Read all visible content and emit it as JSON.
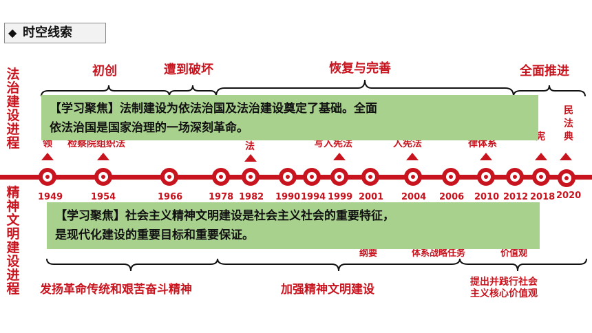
{
  "header": {
    "title": "时空线索"
  },
  "side_titles": {
    "top": [
      "法",
      "治",
      "建",
      "设",
      "进",
      "程"
    ],
    "bottom": [
      "精",
      "神",
      "文",
      "明",
      "建",
      "设",
      "进",
      "程"
    ]
  },
  "top_phases": [
    "初创",
    "遭到破坏",
    "恢复与完善",
    "全面推进"
  ],
  "bottom_phases": [
    "发扬革命传统和艰苦奋斗精神",
    "加强精神文明建设"
  ],
  "bottom_extra": {
    "line1": "提出并践行社会",
    "line2": "主义核心价值观"
  },
  "years": [
    "1949",
    "1954",
    "1966",
    "1978",
    "1982",
    "1990",
    "1994",
    "1999",
    "2001",
    "2004",
    "2006",
    "2010",
    "2012",
    "2018",
    "2020"
  ],
  "top_events": {
    "e1949": "领",
    "e1954": "检察院组织法",
    "e1982": "法",
    "e1999": "写入宪法",
    "e2004": "入宪法",
    "e2010": "律体系",
    "e2018": "宪",
    "e2020_1": "民",
    "e2020_2": "法",
    "e2020_3": "典"
  },
  "bottom_events": {
    "b1": "纲要",
    "b2": "体系战略任务",
    "b3": "价值观"
  },
  "focus_top": {
    "line1": "【学习聚焦】法制建设为依法治国及法治建设奠定了基础。全面",
    "line2": "依法治国是国家治理的一场深刻革命。"
  },
  "focus_bottom": {
    "line1": "【学习聚焦】社会主义精神文明建设是社会主义社会的重要特征，",
    "line2": "是现代化建设的重要目标和重要保证。"
  }
}
